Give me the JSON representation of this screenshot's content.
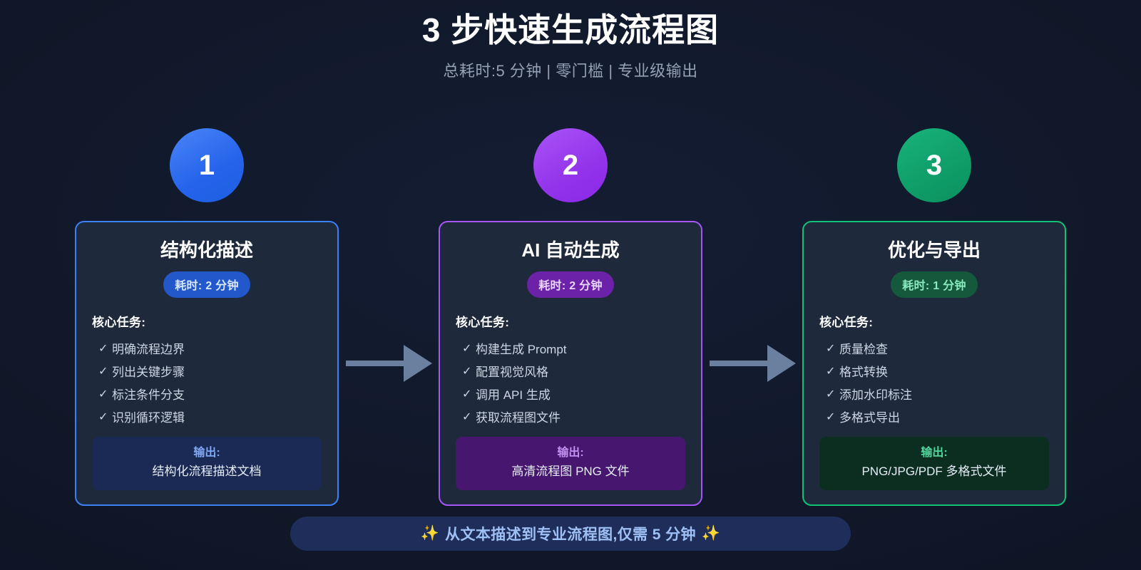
{
  "header": {
    "title": "3 步快速生成流程图",
    "subtitle": "总耗时:5 分钟 | 零门槛 | 专业级输出"
  },
  "colors": {
    "background": "#111a2e",
    "card_background": "#1e293b",
    "step1_accent": "#3b82f6",
    "step2_accent": "#a855f7",
    "step3_accent": "#10c278",
    "arrow": "#6b7f9e",
    "footer_background": "#1e2d5a",
    "footer_text": "#9fc0f5"
  },
  "labels": {
    "tasks_heading": "核心任务:",
    "output_heading": "输出:",
    "check_icon": "✓"
  },
  "steps": [
    {
      "number": "1",
      "title": "结构化描述",
      "badge": "耗时: 2 分钟",
      "tasks_label": "核心任务:",
      "tasks": [
        "明确流程边界",
        "列出关键步骤",
        "标注条件分支",
        "识别循环逻辑"
      ],
      "output_label": "输出:",
      "output_value": "结构化流程描述文档"
    },
    {
      "number": "2",
      "title": "AI 自动生成",
      "badge": "耗时: 2 分钟",
      "tasks_label": "核心任务:",
      "tasks": [
        "构建生成 Prompt",
        "配置视觉风格",
        "调用 API 生成",
        "获取流程图文件"
      ],
      "output_label": "输出:",
      "output_value": "高清流程图 PNG 文件"
    },
    {
      "number": "3",
      "title": "优化与导出",
      "badge": "耗时: 1 分钟",
      "tasks_label": "核心任务:",
      "tasks": [
        "质量检查",
        "格式转换",
        "添加水印标注",
        "多格式导出"
      ],
      "output_label": "输出:",
      "output_value": "PNG/JPG/PDF 多格式文件"
    }
  ],
  "footer": {
    "sparkle_left": "✨",
    "text": "从文本描述到专业流程图,仅需 5 分钟",
    "sparkle_right": "✨"
  }
}
